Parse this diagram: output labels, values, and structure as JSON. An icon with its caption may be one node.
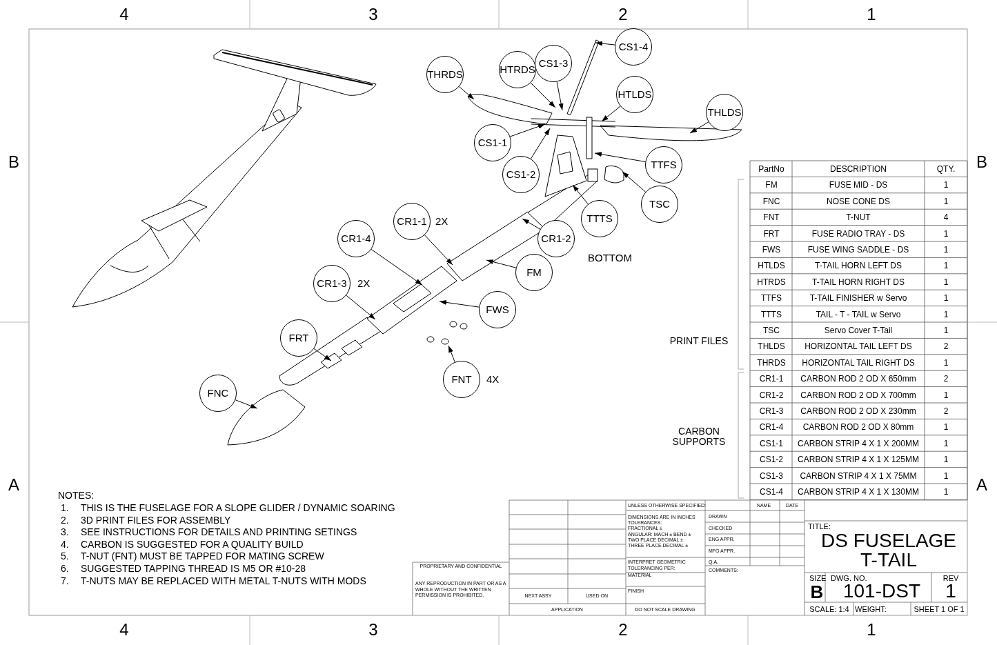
{
  "diagram": {
    "nodes": [
      {
        "text": [
          "THRDS"
        ]
      },
      {
        "text": [
          "HTRDS"
        ]
      },
      {
        "text": [
          "CS1-3"
        ]
      },
      {
        "text": [
          "CS1-4"
        ]
      },
      {
        "text": [
          "HTLDS"
        ]
      },
      {
        "text": [
          "THLDS"
        ]
      },
      {
        "text": [
          "CS1-1"
        ]
      },
      {
        "text": [
          "CS1-2"
        ]
      },
      {
        "text": [
          "TTFS"
        ]
      },
      {
        "text": [
          "TSC"
        ]
      },
      {
        "text": [
          "TTTS"
        ]
      },
      {
        "text": [
          "CR1-1"
        ],
        "beside": [
          "2X"
        ]
      },
      {
        "text": [
          "CR1-4"
        ]
      },
      {
        "text": [
          "CR1-2"
        ],
        "beside": [
          "BOTTOM"
        ]
      },
      {
        "text": [
          "FM"
        ]
      },
      {
        "text": [
          "CR1-3"
        ],
        "beside": [
          "2X"
        ]
      },
      {
        "text": [
          "FWS"
        ]
      },
      {
        "text": [
          "FRT"
        ]
      },
      {
        "text": [
          "FNT"
        ],
        "beside": [
          "4X"
        ]
      },
      {
        "text": [
          "FNC"
        ]
      }
    ],
    "edges": [
      {
        "from": 0,
        "to": null,
        "arrow": "to"
      },
      {
        "from": 1,
        "to": null,
        "arrow": "to"
      },
      {
        "from": 2,
        "to": null,
        "arrow": "to"
      },
      {
        "from": 3,
        "to": null,
        "arrow": "to"
      },
      {
        "from": 4,
        "to": null,
        "arrow": "to"
      },
      {
        "from": 5,
        "to": null,
        "arrow": "to"
      },
      {
        "from": 6,
        "to": null,
        "arrow": "to"
      },
      {
        "from": 7,
        "to": null,
        "arrow": "to"
      },
      {
        "from": 8,
        "to": null,
        "arrow": "to"
      },
      {
        "from": 9,
        "to": null,
        "arrow": "to"
      },
      {
        "from": 10,
        "to": null,
        "arrow": "to"
      },
      {
        "from": 11,
        "to": null,
        "arrow": "to"
      },
      {
        "from": 12,
        "to": null,
        "arrow": "to"
      },
      {
        "from": 13,
        "to": null,
        "arrow": "to"
      },
      {
        "from": 14,
        "to": null,
        "arrow": "to"
      },
      {
        "from": 15,
        "to": null,
        "arrow": "to"
      },
      {
        "from": 16,
        "to": null,
        "arrow": "to"
      },
      {
        "from": 17,
        "to": null,
        "arrow": "to"
      },
      {
        "from": 18,
        "to": null,
        "arrow": "to"
      },
      {
        "from": 19,
        "to": null,
        "arrow": "to"
      }
    ],
    "labels": [
      "4",
      "3",
      "2",
      "1",
      "B",
      "B",
      "PartNo",
      "DESCRIPTION",
      "QTY.",
      "FM",
      "FUSE MID - DS",
      "1",
      "FNC",
      "NOSE CONE DS",
      "1",
      "FNT",
      "T-NUT",
      "4",
      "FRT",
      "FUSE RADIO TRAY - DS",
      "1",
      "FWS",
      "FUSE WING SADDLE - DS",
      "1",
      "HTLDS",
      "T-TAIL HORN LEFT DS",
      "1",
      "HTRDS",
      "T-TAIL HORN RIGHT DS",
      "1",
      "TTFS",
      "T-TAIL FINISHER w Servo",
      "1",
      "TTTS",
      "TAIL - T - TAIL w Servo",
      "1",
      "TSC",
      "Servo Cover T-Tail",
      "1",
      "THLDS",
      "HORIZONTAL TAIL LEFT DS",
      "2",
      "THRDS",
      "HORIZONTAL TAIL RIGHT DS",
      "1",
      "CR1-1",
      "CARBON ROD 2 OD X 650mm",
      "2",
      "CR1-2",
      "CARBON ROD 2 OD X 700mm",
      "1",
      "CR1-3",
      "CARBON ROD 2 OD X 230mm",
      "2",
      "CR1-4",
      "CARBON ROD 2 OD X 80mm",
      "1",
      "CS1-1",
      "CARBON STRIP 4 X 1 X 200MM",
      "1",
      "CS1-2",
      "CARBON STRIP 4 X 1 X 125MM",
      "1",
      "CS1-3",
      "CARBON STRIP 4 X 1 X 75MM",
      "1",
      "CS1-4",
      "CARBON STRIP 4 X 1 X 130MM",
      "1",
      "PRINT FILES",
      "CARBON SUPPORTS",
      "A",
      "A",
      "NOTES:",
      "1.",
      "THIS IS THE FUSELAGE FOR A SLOPE GLIDER / DYNAMIC SOARING",
      "2.",
      "3D PRINT FILES FOR ASSEMBLY",
      "3.",
      "SEE INSTRUCTIONS FOR DETAILS AND PRINTING SETINGS",
      "4.",
      "CARBON IS SUGGESTED FOR A QUALITY BUILD",
      "5.",
      "T-NUT (FNT) MUST BE TAPPED FOR MATING SCREW",
      "6.",
      "SUGGESTED TAPPING THREAD IS M5 OR #10-28",
      "7.",
      "T-NUTS MAY BE REPLACED WITH METAL T-NUTS WITH MODS",
      "UNLESS OTHERWISE SPECIFIED:",
      "NAME",
      "DATE",
      "DIMENSIONS ARE IN INCHES",
      "TOLERANCES:",
      "FRACTIONAL ±",
      "ANGULAR: MACH ± BEND ±",
      "TWO PLACE DECIMAL ±",
      "THREE PLACE DECIMAL ±",
      "DRAWN",
      "CHECKED",
      "ENG APPR.",
      "MFG APPR.",
      "Q.A.",
      "COMMENTS:",
      "INTERPRET GEOMETRIC TOLERANCING PER:",
      "MATERIAL",
      "FINISH",
      "PROPRIETARY AND CONFIDENTIAL",
      "ANY REPRODUCTION IN PART OR AS A WHOLE WITHOUT THE WRITTEN PERMISSION IS PROHIBITED.",
      "NEXT ASSY",
      "USED ON",
      "APPLICATION",
      "DO NOT SCALE DRAWING",
      "TITLE:",
      "DS FUSELAGE T-TAIL",
      "SIZE",
      "B",
      "DWG. NO.",
      "101-DST",
      "REV",
      "1",
      "SCALE: 1:4",
      "WEIGHT:",
      "SHEET 1 OF 1",
      "4",
      "3",
      "2",
      "1"
    ]
  }
}
